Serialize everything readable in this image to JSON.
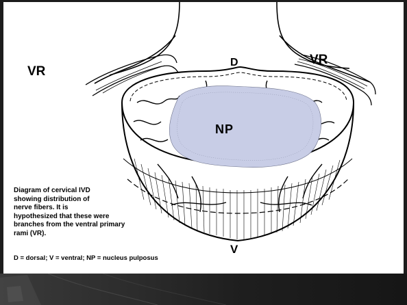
{
  "diagram": {
    "labels": {
      "vr_left": "VR",
      "vr_right": "VR",
      "dorsal": "D",
      "ventral": "V",
      "nucleus": "NP"
    },
    "caption_lines": [
      "Diagram of cervical IVD",
      "showing distribution of",
      "nerve fibers. It is",
      "hypothesized that these were",
      "branches from the ventral primary",
      "rami (VR)."
    ],
    "legend": "D = dorsal;  V = ventral;  NP = nucleus pulposus"
  },
  "colors": {
    "background": "#1c1c1c",
    "panel": "#ffffff",
    "nucleus_fill": "#c8cde6",
    "ink": "#000000"
  }
}
